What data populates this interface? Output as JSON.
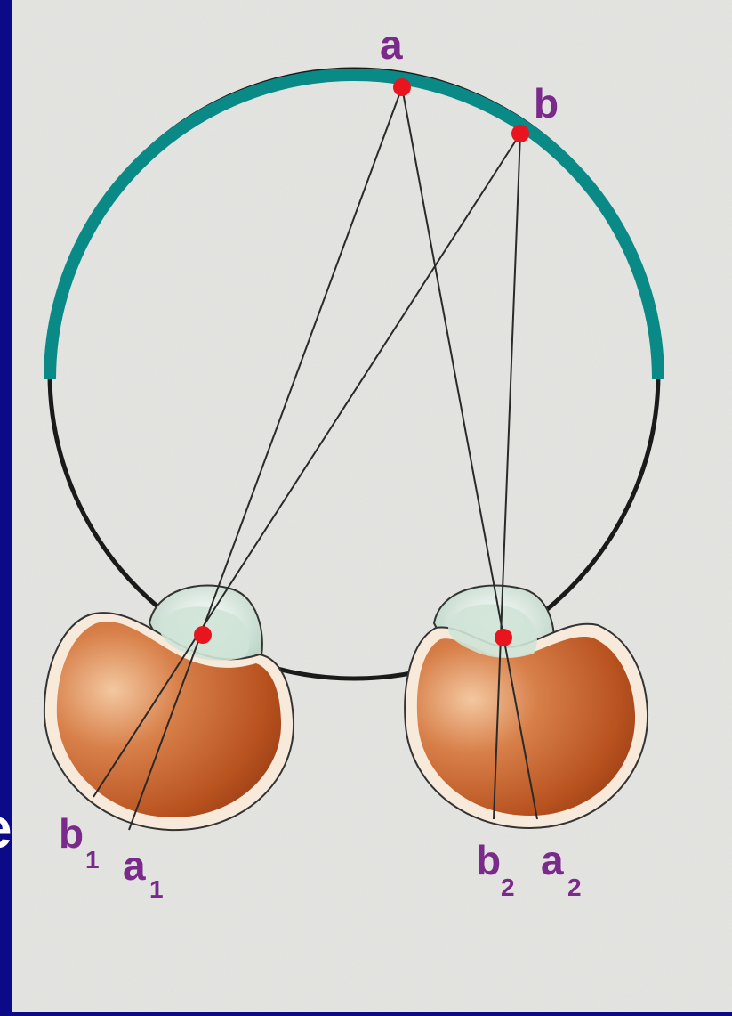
{
  "labels": {
    "point_a": "a",
    "point_b": "b",
    "left_retina_b": "b",
    "left_retina_b_sub": "1",
    "left_retina_a": "a",
    "left_retina_a_sub": "1",
    "right_retina_b": "b",
    "right_retina_b_sub": "2",
    "right_retina_a": "a",
    "right_retina_a_sub": "2"
  },
  "edge_text": "e",
  "colors": {
    "frame": "#0b0b8a",
    "paper": "#e6e6e3",
    "horopter_arc": "#0a8a86",
    "circle": "#1a1a1a",
    "points": "#e8141e",
    "labels": "#7a2a8a",
    "eyeball": "#c8622e"
  }
}
